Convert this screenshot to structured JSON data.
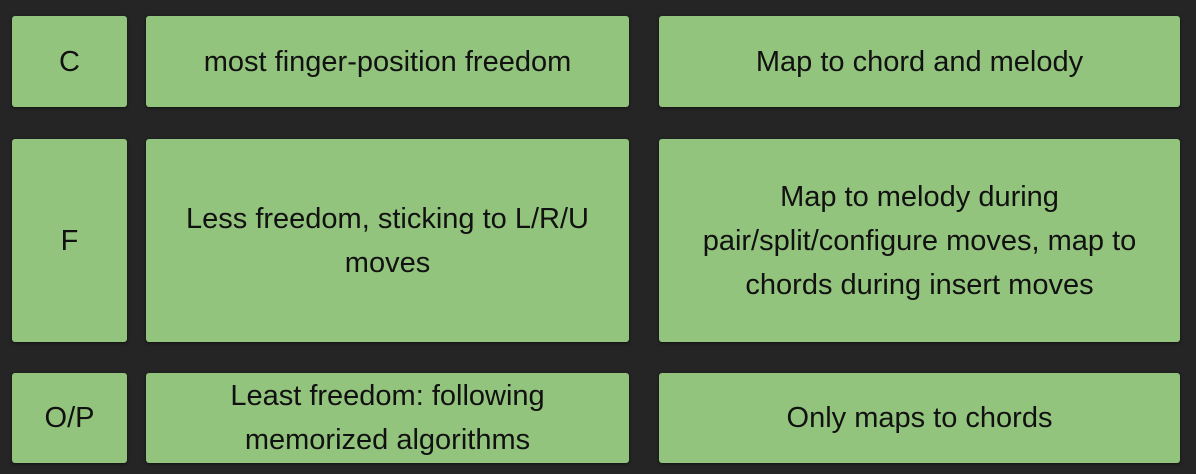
{
  "rows": [
    {
      "level": "C",
      "freedom": "most finger-position freedom",
      "mapping": "Map to chord and melody"
    },
    {
      "level": "F",
      "freedom": "Less freedom, sticking to L/R/U moves",
      "mapping": "Map to melody during pair/split/configure moves, map to chords during insert moves"
    },
    {
      "level": "O/P",
      "freedom": "Least freedom: following memorized algorithms",
      "mapping": "Only maps to chords"
    }
  ],
  "colors": {
    "background": "#252525",
    "cell_fill": "#93c47d",
    "text": "#111111"
  }
}
